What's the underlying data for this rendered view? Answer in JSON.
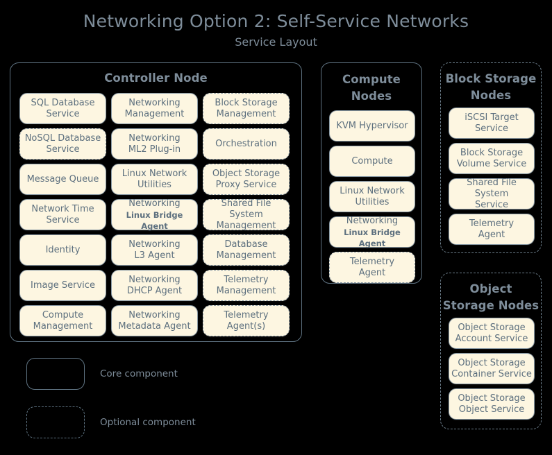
{
  "title": {
    "main": "Networking Option 2: Self-Service Networks",
    "sub": "Service Layout"
  },
  "colors": {
    "background": "#000000",
    "chip_fill": "#fdf6e1",
    "chip_border": "#8a9aa5",
    "text": "#5c6f7e",
    "heading": "#7e8d9a",
    "container_border": "#5f7382"
  },
  "legend": {
    "core": "Core component",
    "optional": "Optional component"
  },
  "controller": {
    "title": "Controller Node",
    "optional": false,
    "items": [
      {
        "l1": "SQL Database",
        "l2": "Service",
        "optional": false
      },
      {
        "l1": "Networking",
        "l2": "Management",
        "optional": false
      },
      {
        "l1": "Block Storage",
        "l2": "Management",
        "optional": true
      },
      {
        "l1": "NoSQL Database",
        "l2": "Service",
        "optional": true
      },
      {
        "l1": "Networking",
        "l2": "ML2 Plug-in",
        "optional": false
      },
      {
        "l1": "Orchestration",
        "l2": "",
        "optional": true
      },
      {
        "l1": "Message Queue",
        "l2": "",
        "optional": false
      },
      {
        "l1": "Linux Network",
        "l2": "Utilities",
        "optional": false
      },
      {
        "l1": "Object Storage",
        "l2": "Proxy Service",
        "optional": true
      },
      {
        "l1": "Network Time",
        "l2": "Service",
        "optional": false
      },
      {
        "l1": "Networking",
        "l2": "Linux Bridge Agent",
        "optional": false,
        "small_second": true
      },
      {
        "l1": "Shared File System",
        "l2": "Management",
        "optional": true
      },
      {
        "l1": "Identity",
        "l2": "",
        "optional": false
      },
      {
        "l1": "Networking",
        "l2": "L3 Agent",
        "optional": false
      },
      {
        "l1": "Database",
        "l2": "Management",
        "optional": true
      },
      {
        "l1": "Image Service",
        "l2": "",
        "optional": false
      },
      {
        "l1": "Networking",
        "l2": "DHCP Agent",
        "optional": false
      },
      {
        "l1": "Telemetry",
        "l2": "Management",
        "optional": true
      },
      {
        "l1": "Compute",
        "l2": "Management",
        "optional": false
      },
      {
        "l1": "Networking",
        "l2": "Metadata Agent",
        "optional": false
      },
      {
        "l1": "Telemetry",
        "l2": "Agent(s)",
        "optional": true
      }
    ]
  },
  "compute": {
    "title": "Compute\nNodes",
    "title_lines": [
      "Compute",
      "Nodes"
    ],
    "optional": false,
    "items": [
      {
        "l1": "KVM Hypervisor",
        "l2": "",
        "optional": false
      },
      {
        "l1": "Compute",
        "l2": "",
        "optional": false
      },
      {
        "l1": "Linux Network",
        "l2": "Utilities",
        "optional": false
      },
      {
        "l1": "Networking",
        "l2": "Linux Bridge Agent",
        "optional": false,
        "small_second": true
      },
      {
        "l1": "Telemetry",
        "l2": "Agent",
        "optional": true
      }
    ]
  },
  "block_storage": {
    "title_lines": [
      "Block Storage",
      "Nodes"
    ],
    "optional": true,
    "items": [
      {
        "l1": "iSCSI Target",
        "l2": "Service",
        "optional": false
      },
      {
        "l1": "Block Storage",
        "l2": "Volume Service",
        "optional": false
      },
      {
        "l1": "Shared File System",
        "l2": "Service",
        "optional": false
      },
      {
        "l1": "Telemetry",
        "l2": "Agent",
        "optional": false
      }
    ]
  },
  "object_storage": {
    "title_lines": [
      "Object",
      "Storage Nodes"
    ],
    "optional": true,
    "items": [
      {
        "l1": "Object Storage",
        "l2": "Account Service",
        "optional": false
      },
      {
        "l1": "Object Storage",
        "l2": "Container Service",
        "optional": false
      },
      {
        "l1": "Object Storage",
        "l2": "Object Service",
        "optional": false
      }
    ]
  }
}
